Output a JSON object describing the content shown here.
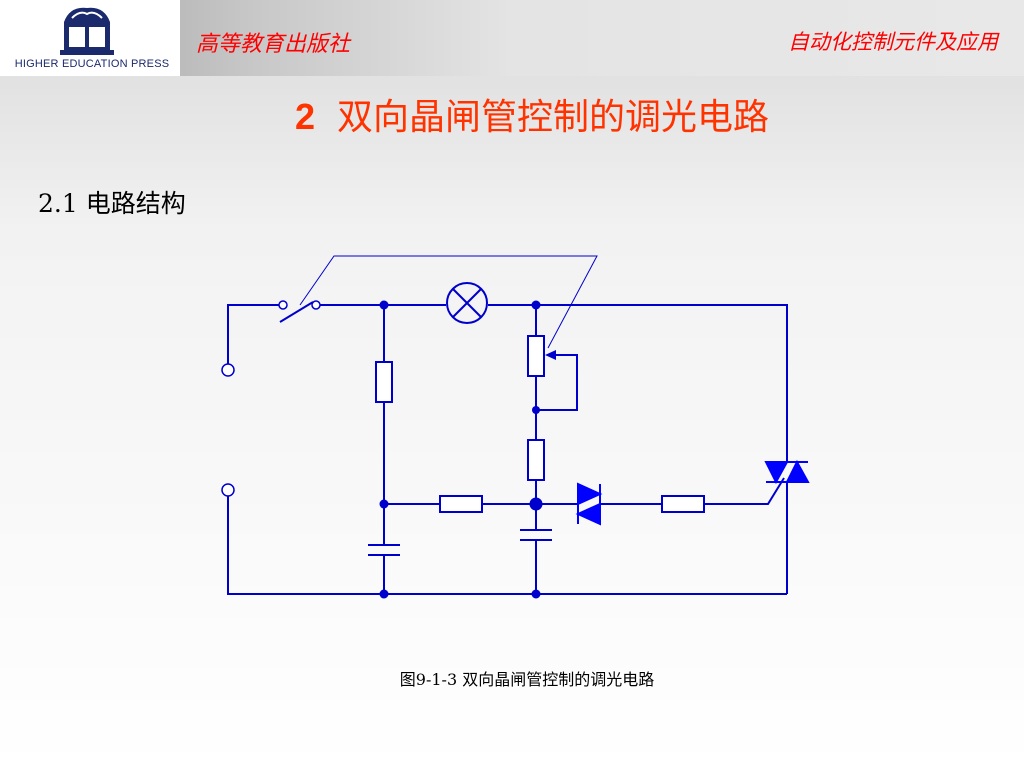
{
  "header": {
    "logo_text": "HIGHER  EDUCATION  PRESS",
    "publisher": "高等教育出版社",
    "course": "自动化控制元件及应用"
  },
  "slide": {
    "title_number": "2",
    "title_text": "双向晶闸管控制的调光电路",
    "section": "2.1 电路结构",
    "caption": "图9-1-3  双向晶闸管控制的调光电路"
  },
  "colors": {
    "title": "#ff3300",
    "header_text": "#ff0000",
    "wire": "#0000cc",
    "component": "#0000ff"
  }
}
